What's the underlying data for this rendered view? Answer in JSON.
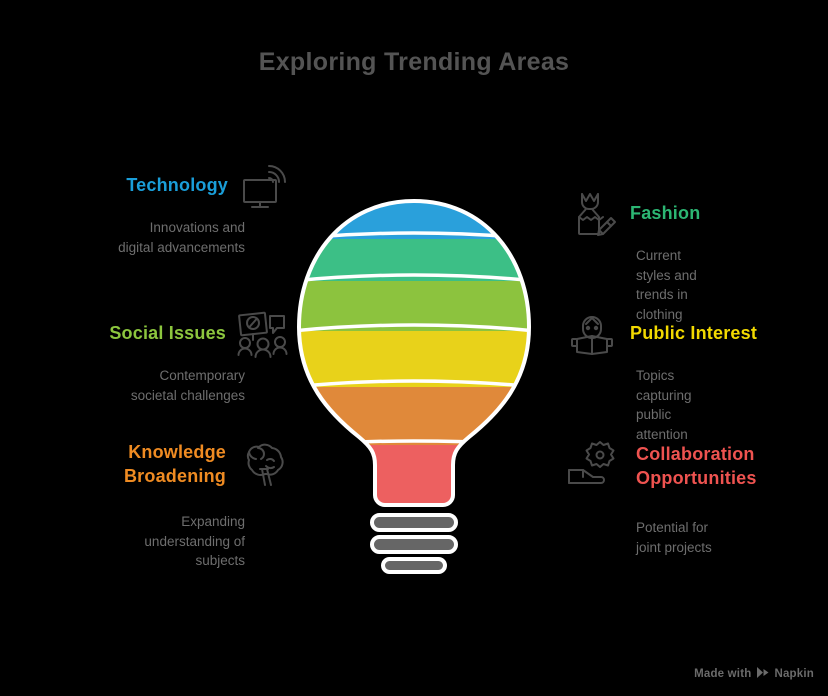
{
  "title": "Exploring Trending Areas",
  "colors": {
    "title": "#545454",
    "description": "#6e6e6e",
    "icon_stroke": "#4a4a4a",
    "background": "#000000",
    "technology": "#1a9ed9",
    "social_issues": "#8cc63e",
    "knowledge": "#ef8b22",
    "fashion": "#2cb673",
    "public_interest": "#f2d900",
    "collaboration": "#ef5350"
  },
  "left_column": [
    {
      "heading": "Technology",
      "color": "#1a9ed9",
      "description": "Innovations and digital advancements",
      "icon": "monitor-wifi-icon"
    },
    {
      "heading": "Social Issues",
      "color": "#8cc63e",
      "description": "Contemporary societal challenges",
      "icon": "protest-sign-people-icon"
    },
    {
      "heading": "Knowledge Broadening",
      "color": "#ef8b22",
      "description": "Expanding understanding of subjects",
      "icon": "brain-icon"
    }
  ],
  "right_column": [
    {
      "heading": "Fashion",
      "color": "#2cb673",
      "description": "Current styles and trends in clothing",
      "icon": "dress-pencil-icon"
    },
    {
      "heading": "Public Interest",
      "color": "#f2d900",
      "description": "Topics capturing public attention",
      "icon": "person-reading-icon"
    },
    {
      "heading": "Collaboration Opportunities",
      "color": "#ef5350",
      "description": "Potential for joint projects",
      "icon": "gear-handshake-icon"
    }
  ],
  "bulb": {
    "bands": [
      {
        "name": "blue-band",
        "color": "#2aa0db"
      },
      {
        "name": "teal-band",
        "color": "#3cbf86"
      },
      {
        "name": "lime-band",
        "color": "#8cc33e"
      },
      {
        "name": "yellow-band",
        "color": "#e8d21a"
      },
      {
        "name": "orange-band",
        "color": "#e0893a"
      },
      {
        "name": "red-band",
        "color": "#ed6060"
      }
    ],
    "base_color": "#666666",
    "base_rings": 3
  },
  "watermark": {
    "prefix": "Made with",
    "brand": "Napkin"
  }
}
